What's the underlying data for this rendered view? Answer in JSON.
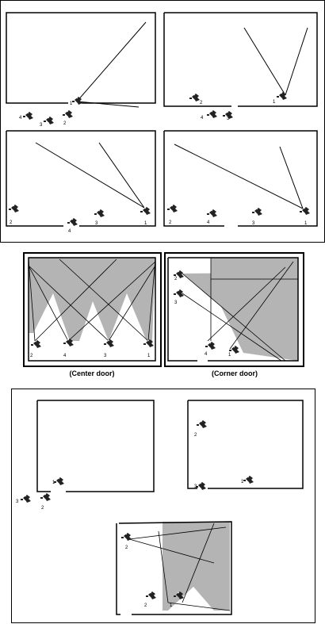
{
  "captions": {
    "center": "(Center door)",
    "corner": "(Corner door)"
  },
  "colors": {
    "line": "#000000",
    "fill": "#b4b4b4",
    "bg": "#ffffff"
  },
  "camera_labels": [
    "1",
    "2",
    "3",
    "4"
  ],
  "icon": "security-camera-icon"
}
